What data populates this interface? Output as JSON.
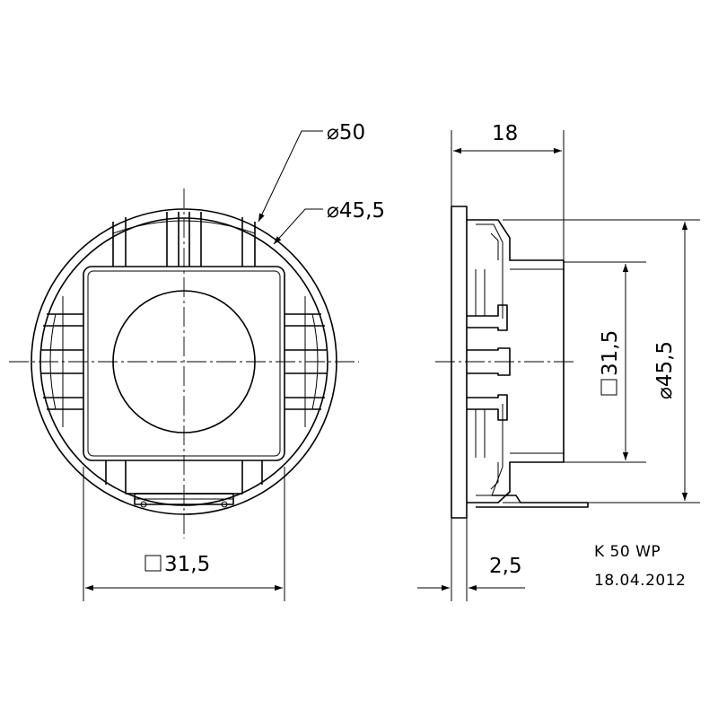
{
  "dimensions": {
    "front_outer_diameter": "50",
    "front_inner_diameter": "45,5",
    "front_square": "31,5",
    "side_depth": "18",
    "side_square": "31,5",
    "side_diameter": "45,5",
    "flange_thickness": "2,5"
  },
  "title_block": {
    "model": "K 50 WP",
    "date": "18.04.2012"
  }
}
